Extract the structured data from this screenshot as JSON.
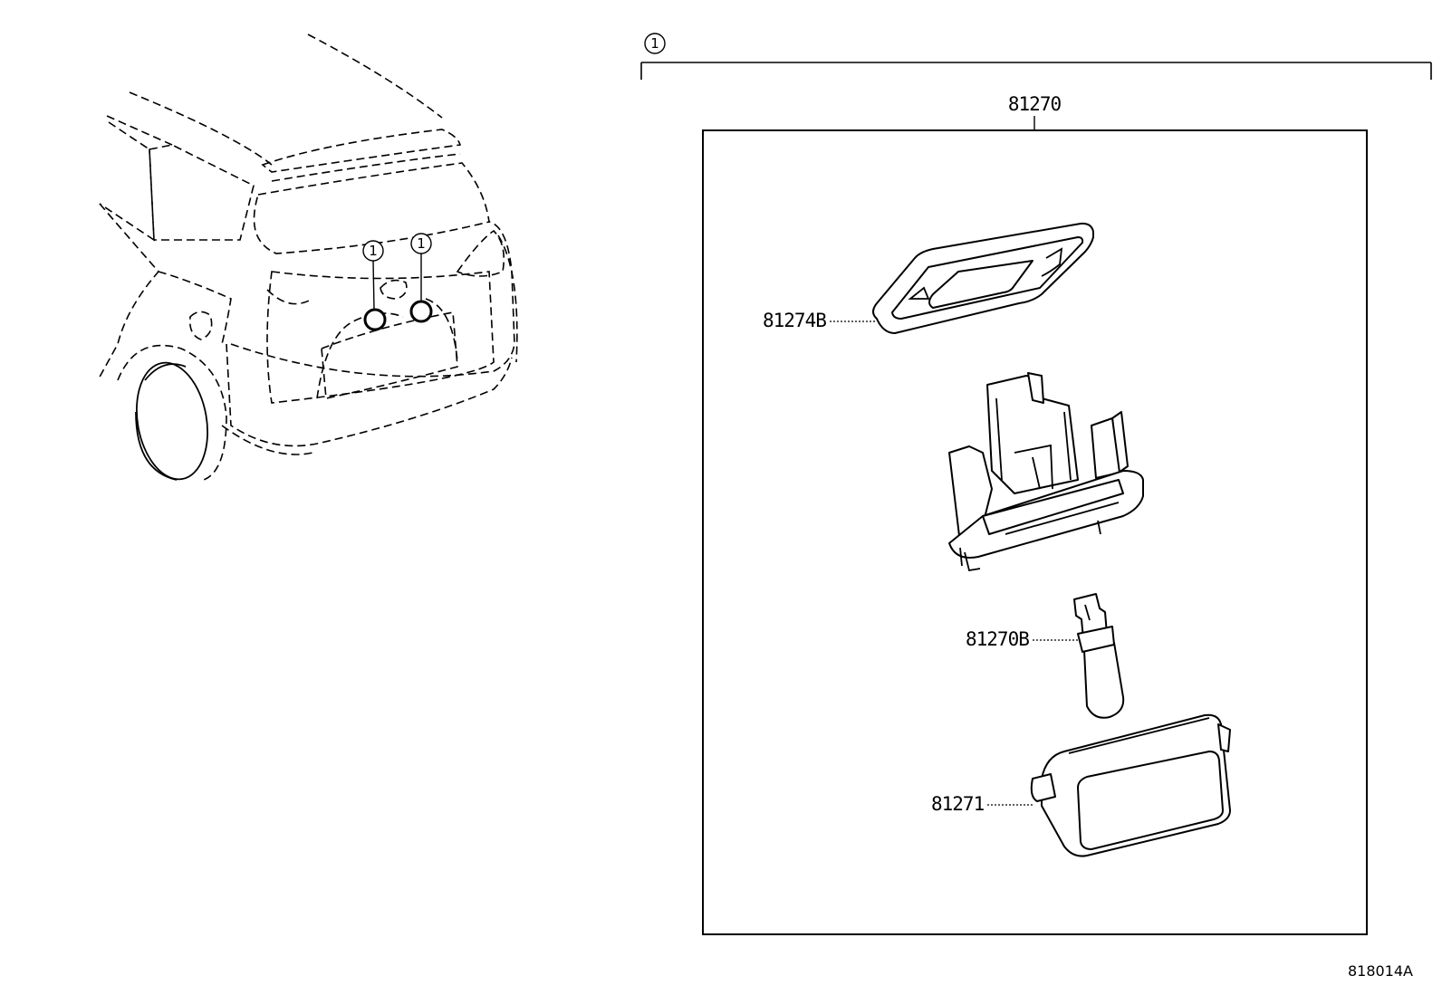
{
  "diagram": {
    "assembly_ref": "1",
    "vehicle_callouts": [
      "1",
      "1"
    ],
    "assembly_number": "81270",
    "parts": [
      {
        "number": "81274B"
      },
      {
        "number": "81270B"
      },
      {
        "number": "81271"
      }
    ],
    "figure_code": "818014A"
  }
}
